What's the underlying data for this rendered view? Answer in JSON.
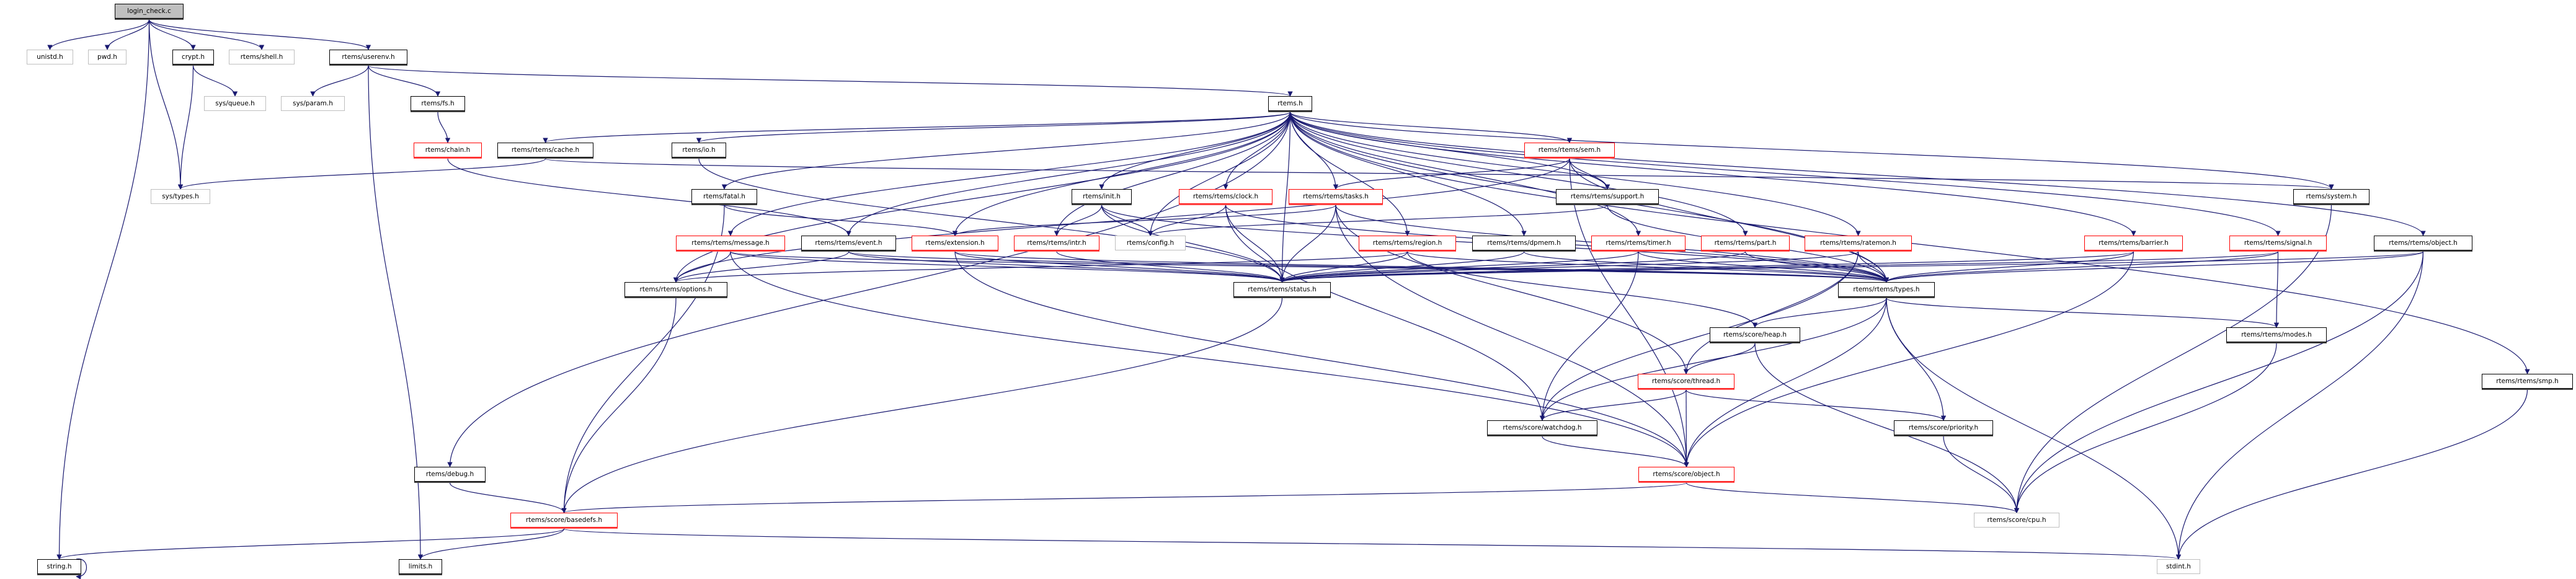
{
  "graph": {
    "colors": {
      "edge": "#191970",
      "documented_border": "#000000",
      "undocumented_border": "#bfbfbf",
      "truncated_border": "#ff0000",
      "root_fill": "#bfbfbf"
    },
    "nodes": {
      "login": {
        "label": "login_check.c",
        "style": "root"
      },
      "unistd": {
        "label": "unistd.h",
        "style": "gray"
      },
      "pwd": {
        "label": "pwd.h",
        "style": "gray"
      },
      "crypt": {
        "label": "crypt.h",
        "style": "black"
      },
      "shell": {
        "label": "rtems/shell.h",
        "style": "gray"
      },
      "userenv": {
        "label": "rtems/userenv.h",
        "style": "black"
      },
      "queue": {
        "label": "sys/queue.h",
        "style": "gray"
      },
      "param": {
        "label": "sys/param.h",
        "style": "gray"
      },
      "fs": {
        "label": "rtems/fs.h",
        "style": "black"
      },
      "rtemsh": {
        "label": "rtems.h",
        "style": "black"
      },
      "chain": {
        "label": "rtems/chain.h",
        "style": "red"
      },
      "cache": {
        "label": "rtems/rtems/cache.h",
        "style": "black"
      },
      "io": {
        "label": "rtems/io.h",
        "style": "black"
      },
      "sem": {
        "label": "rtems/rtems/sem.h",
        "style": "red"
      },
      "systypes": {
        "label": "sys/types.h",
        "style": "gray"
      },
      "fatal": {
        "label": "rtems/fatal.h",
        "style": "black"
      },
      "init": {
        "label": "rtems/init.h",
        "style": "black"
      },
      "clock": {
        "label": "rtems/rtems/clock.h",
        "style": "red"
      },
      "tasks": {
        "label": "rtems/rtems/tasks.h",
        "style": "red"
      },
      "support": {
        "label": "rtems/rtems/support.h",
        "style": "black"
      },
      "system": {
        "label": "rtems/system.h",
        "style": "black"
      },
      "message": {
        "label": "rtems/rtems/message.h",
        "style": "red"
      },
      "event": {
        "label": "rtems/rtems/event.h",
        "style": "black"
      },
      "extension": {
        "label": "rtems/extension.h",
        "style": "red"
      },
      "intr": {
        "label": "rtems/rtems/intr.h",
        "style": "red"
      },
      "config": {
        "label": "rtems/config.h",
        "style": "gray"
      },
      "region": {
        "label": "rtems/rtems/region.h",
        "style": "red"
      },
      "dpmem": {
        "label": "rtems/rtems/dpmem.h",
        "style": "black"
      },
      "timer": {
        "label": "rtems/rtems/timer.h",
        "style": "red"
      },
      "part": {
        "label": "rtems/rtems/part.h",
        "style": "red"
      },
      "ratemon": {
        "label": "rtems/rtems/ratemon.h",
        "style": "red"
      },
      "barrier": {
        "label": "rtems/rtems/barrier.h",
        "style": "red"
      },
      "signal": {
        "label": "rtems/rtems/signal.h",
        "style": "red"
      },
      "robject": {
        "label": "rtems/rtems/object.h",
        "style": "black"
      },
      "options": {
        "label": "rtems/rtems/options.h",
        "style": "black"
      },
      "status": {
        "label": "rtems/rtems/status.h",
        "style": "black"
      },
      "types": {
        "label": "rtems/rtems/types.h",
        "style": "black"
      },
      "heap": {
        "label": "rtems/score/heap.h",
        "style": "black"
      },
      "modes": {
        "label": "rtems/rtems/modes.h",
        "style": "black"
      },
      "thread": {
        "label": "rtems/score/thread.h",
        "style": "red"
      },
      "smp": {
        "label": "rtems/rtems/smp.h",
        "style": "black"
      },
      "watchdog": {
        "label": "rtems/score/watchdog.h",
        "style": "black"
      },
      "priority": {
        "label": "rtems/score/priority.h",
        "style": "black"
      },
      "debug": {
        "label": "rtems/debug.h",
        "style": "black"
      },
      "sobject": {
        "label": "rtems/score/object.h",
        "style": "red"
      },
      "basedefs": {
        "label": "rtems/score/basedefs.h",
        "style": "red"
      },
      "cpu": {
        "label": "rtems/score/cpu.h",
        "style": "gray"
      },
      "string": {
        "label": "string.h",
        "style": "black"
      },
      "limits": {
        "label": "limits.h",
        "style": "black"
      },
      "stdint": {
        "label": "stdint.h",
        "style": "gray"
      }
    },
    "edges": [
      [
        "login",
        "unistd"
      ],
      [
        "login",
        "pwd"
      ],
      [
        "login",
        "crypt"
      ],
      [
        "login",
        "shell"
      ],
      [
        "login",
        "userenv"
      ],
      [
        "login",
        "systypes"
      ],
      [
        "login",
        "string"
      ],
      [
        "crypt",
        "queue"
      ],
      [
        "crypt",
        "systypes"
      ],
      [
        "userenv",
        "param"
      ],
      [
        "userenv",
        "fs"
      ],
      [
        "userenv",
        "limits"
      ],
      [
        "userenv",
        "rtemsh"
      ],
      [
        "fs",
        "chain"
      ],
      [
        "chain",
        "event"
      ],
      [
        "cache",
        "systypes"
      ],
      [
        "cache",
        "system"
      ],
      [
        "io",
        "status"
      ],
      [
        "fatal",
        "basedefs"
      ],
      [
        "fatal",
        "extension"
      ],
      [
        "rtemsh",
        "debug"
      ],
      [
        "rtemsh",
        "cache"
      ],
      [
        "rtemsh",
        "io"
      ],
      [
        "rtemsh",
        "fatal"
      ],
      [
        "rtemsh",
        "message"
      ],
      [
        "rtemsh",
        "event"
      ],
      [
        "rtemsh",
        "options"
      ],
      [
        "rtemsh",
        "status"
      ],
      [
        "rtemsh",
        "init"
      ],
      [
        "rtemsh",
        "clock"
      ],
      [
        "rtemsh",
        "tasks"
      ],
      [
        "rtemsh",
        "sem"
      ],
      [
        "rtemsh",
        "support"
      ],
      [
        "rtemsh",
        "extension"
      ],
      [
        "rtemsh",
        "intr"
      ],
      [
        "rtemsh",
        "config"
      ],
      [
        "rtemsh",
        "region"
      ],
      [
        "rtemsh",
        "dpmem"
      ],
      [
        "rtemsh",
        "timer"
      ],
      [
        "rtemsh",
        "part"
      ],
      [
        "rtemsh",
        "ratemon"
      ],
      [
        "rtemsh",
        "barrier"
      ],
      [
        "rtemsh",
        "signal"
      ],
      [
        "rtemsh",
        "robject"
      ],
      [
        "rtemsh",
        "system"
      ],
      [
        "rtemsh",
        "types"
      ],
      [
        "rtemsh",
        "smp"
      ],
      [
        "sem",
        "tasks"
      ],
      [
        "sem",
        "support"
      ],
      [
        "sem",
        "options"
      ],
      [
        "sem",
        "types"
      ],
      [
        "sem",
        "sobject"
      ],
      [
        "init",
        "intr"
      ],
      [
        "init",
        "config"
      ],
      [
        "init",
        "status"
      ],
      [
        "init",
        "types"
      ],
      [
        "clock",
        "config"
      ],
      [
        "clock",
        "status"
      ],
      [
        "clock",
        "watchdog"
      ],
      [
        "clock",
        "types"
      ],
      [
        "tasks",
        "extension"
      ],
      [
        "tasks",
        "status"
      ],
      [
        "tasks",
        "thread"
      ],
      [
        "tasks",
        "sobject"
      ],
      [
        "tasks",
        "types"
      ],
      [
        "support",
        "config"
      ],
      [
        "support",
        "types"
      ],
      [
        "message",
        "options"
      ],
      [
        "message",
        "status"
      ],
      [
        "message",
        "types"
      ],
      [
        "message",
        "sobject"
      ],
      [
        "event",
        "options"
      ],
      [
        "event",
        "status"
      ],
      [
        "event",
        "types"
      ],
      [
        "extension",
        "status"
      ],
      [
        "extension",
        "types"
      ],
      [
        "extension",
        "sobject"
      ],
      [
        "intr",
        "status"
      ],
      [
        "region",
        "options"
      ],
      [
        "region",
        "status"
      ],
      [
        "region",
        "types"
      ],
      [
        "region",
        "heap"
      ],
      [
        "dpmem",
        "status"
      ],
      [
        "dpmem",
        "types"
      ],
      [
        "timer",
        "status"
      ],
      [
        "timer",
        "types"
      ],
      [
        "timer",
        "watchdog"
      ],
      [
        "part",
        "status"
      ],
      [
        "part",
        "types"
      ],
      [
        "ratemon",
        "status"
      ],
      [
        "ratemon",
        "types"
      ],
      [
        "ratemon",
        "thread"
      ],
      [
        "ratemon",
        "watchdog"
      ],
      [
        "barrier",
        "status"
      ],
      [
        "barrier",
        "types"
      ],
      [
        "barrier",
        "sobject"
      ],
      [
        "signal",
        "status"
      ],
      [
        "signal",
        "types"
      ],
      [
        "signal",
        "modes"
      ],
      [
        "robject",
        "status"
      ],
      [
        "robject",
        "types"
      ],
      [
        "robject",
        "cpu"
      ],
      [
        "robject",
        "stdint"
      ],
      [
        "system",
        "cpu"
      ],
      [
        "types",
        "modes"
      ],
      [
        "types",
        "heap"
      ],
      [
        "types",
        "priority"
      ],
      [
        "types",
        "stdint"
      ],
      [
        "types",
        "sobject"
      ],
      [
        "types",
        "watchdog"
      ],
      [
        "heap",
        "thread"
      ],
      [
        "heap",
        "cpu"
      ],
      [
        "thread",
        "watchdog"
      ],
      [
        "thread",
        "sobject"
      ],
      [
        "thread",
        "priority"
      ],
      [
        "watchdog",
        "sobject"
      ],
      [
        "sobject",
        "basedefs"
      ],
      [
        "sobject",
        "cpu"
      ],
      [
        "status",
        "basedefs"
      ],
      [
        "options",
        "basedefs"
      ],
      [
        "debug",
        "basedefs"
      ],
      [
        "basedefs",
        "string"
      ],
      [
        "basedefs",
        "limits"
      ],
      [
        "basedefs",
        "stdint"
      ],
      [
        "modes",
        "cpu"
      ],
      [
        "priority",
        "cpu"
      ],
      [
        "smp",
        "stdint"
      ],
      [
        "string",
        "string"
      ]
    ]
  }
}
